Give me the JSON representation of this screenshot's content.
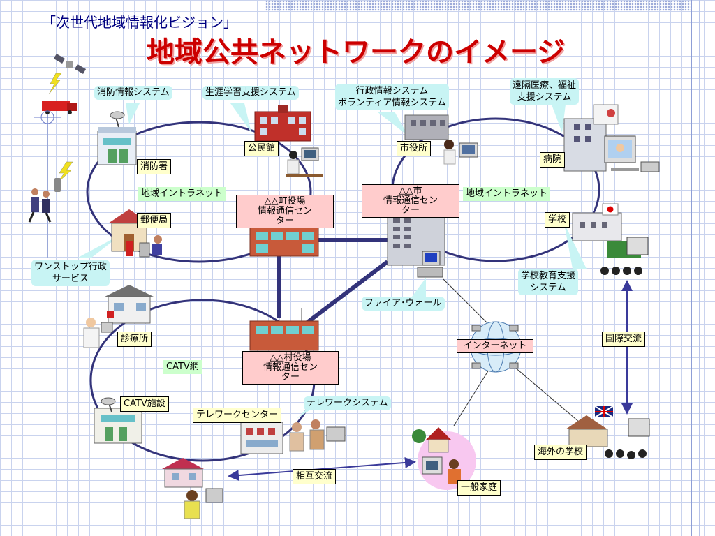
{
  "header": {
    "subtitle": "「次世代地域情報化ビジョン」",
    "title": "地域公共ネットワークのイメージ"
  },
  "labels": {
    "fire_system": "消防情報システム",
    "lifelong_system": "生涯学習支援システム",
    "admin_system_1": "行政情報システム",
    "admin_system_2": "ボランティア情報システム",
    "remote_medical_1": "遠隔医療、福祉",
    "remote_medical_2": "支援システム",
    "community_hall": "公民館",
    "city_hall": "市役所",
    "fire_station": "消防署",
    "hospital": "病院",
    "intranet_left": "地域イントラネット",
    "intranet_right": "地域イントラネット",
    "town_center_1": "△△町役場",
    "town_center_2": "情報通信セン",
    "town_center_3": "ター",
    "city_center_1": "△△市",
    "city_center_2": "情報通信セン",
    "city_center_3": "ター",
    "post_office": "郵便局",
    "school": "学校",
    "onestop_1": "ワンストップ行政",
    "onestop_2": "サービス",
    "school_support_1": "学校教育支援",
    "school_support_2": "システム",
    "firewall": "ファイア･ウォール",
    "clinic": "診療所",
    "international": "国際交流",
    "internet": "インターネット",
    "village_center_1": "△△村役場",
    "village_center_2": "情報通信セン",
    "village_center_3": "ター",
    "catv_net": "CATV網",
    "catv_facility": "CATV施設",
    "telework_system": "テレワークシステム",
    "telework_center": "テレワークセンター",
    "overseas_school": "海外の学校",
    "mutual_exchange": "相互交流",
    "household": "一般家庭"
  },
  "colors": {
    "title": "#cc0000",
    "subtitle": "#000080",
    "network_line": "#33337a",
    "connector": "#3a3a9a"
  }
}
